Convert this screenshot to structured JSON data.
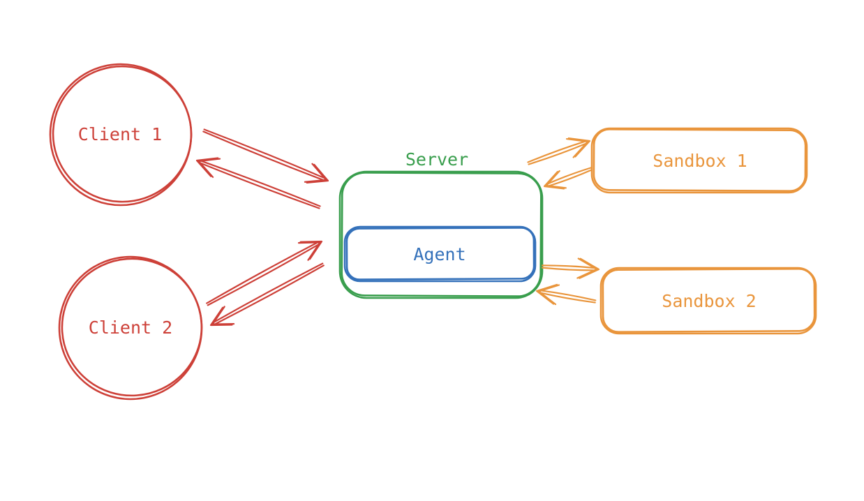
{
  "diagram": {
    "background": "#ffffff",
    "nodes": {
      "client1": {
        "label": "Client 1",
        "shape": "circle",
        "color": "#cd4038"
      },
      "client2": {
        "label": "Client 2",
        "shape": "circle",
        "color": "#cd4038"
      },
      "server": {
        "label": "Server",
        "shape": "rounded-rect",
        "color": "#399e4d"
      },
      "agent": {
        "label": "Agent",
        "shape": "rounded-rect",
        "color": "#3471ba",
        "parent": "server"
      },
      "sandbox1": {
        "label": "Sandbox 1",
        "shape": "rounded-rect",
        "color": "#e9953c"
      },
      "sandbox2": {
        "label": "Sandbox 2",
        "shape": "rounded-rect",
        "color": "#e9953c"
      }
    },
    "edges": [
      {
        "from": "client1",
        "to": "server",
        "direction": "bidirectional",
        "color": "#cd4038"
      },
      {
        "from": "client2",
        "to": "server",
        "direction": "bidirectional",
        "color": "#cd4038"
      },
      {
        "from": "server",
        "to": "sandbox1",
        "direction": "bidirectional",
        "color": "#e9953c"
      },
      {
        "from": "server",
        "to": "sandbox2",
        "direction": "bidirectional",
        "color": "#e9953c"
      }
    ]
  }
}
